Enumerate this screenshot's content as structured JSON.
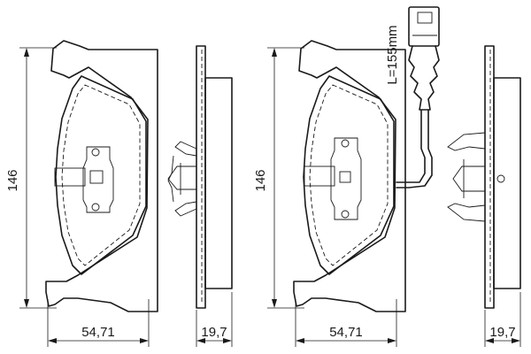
{
  "dimensions": {
    "height_left": "146",
    "width_left": "54,71",
    "thickness_left": "19,7",
    "height_right": "146",
    "width_right": "54,71",
    "thickness_right": "19,7",
    "sensor_length": "L=155mm"
  }
}
